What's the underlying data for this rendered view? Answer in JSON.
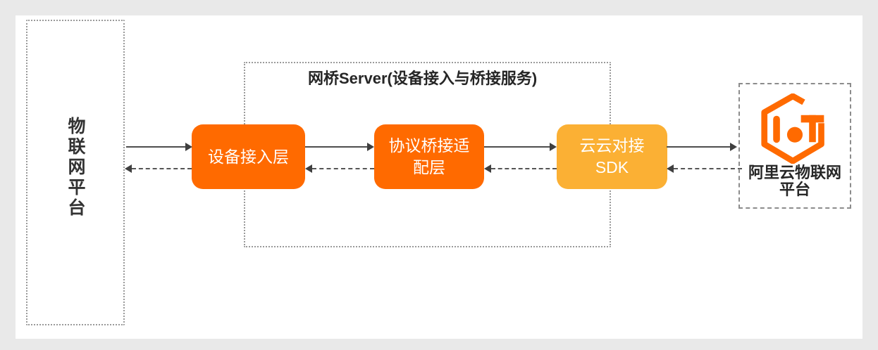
{
  "page": {
    "background_color": "#e9e9e9",
    "panel_color": "#ffffff"
  },
  "colors": {
    "node_orange": "#FF6A00",
    "node_amber": "#FBB034",
    "arrow": "#4d4d4d",
    "dotted_border": "#9a9a9a",
    "dashed_border": "#8c8c8c",
    "dark_text": "#262626"
  },
  "left_platform": {
    "label": "物联网平台"
  },
  "bridge_server": {
    "title": "网桥Server(设备接入与桥接服务)",
    "boxes": [
      {
        "id": "device-access-layer",
        "lines": [
          "设备接入层"
        ]
      },
      {
        "id": "protocol-bridge-adapter-layer",
        "lines": [
          "协议桥接适",
          "配层"
        ]
      },
      {
        "id": "cloud-cloud-sdk",
        "lines": [
          "云云对接",
          "SDK"
        ]
      }
    ]
  },
  "aliyun_platform": {
    "logo": "aliyun-iot-logo",
    "label_lines": [
      "阿里云物联网",
      "平台"
    ]
  },
  "arrows": [
    {
      "from": "left-platform",
      "to": "device-access-layer",
      "style": "solid",
      "direction": "right"
    },
    {
      "from": "device-access-layer",
      "to": "left-platform",
      "style": "dashed",
      "direction": "left"
    },
    {
      "from": "device-access-layer",
      "to": "protocol-bridge-adapter-layer",
      "style": "solid",
      "direction": "right"
    },
    {
      "from": "protocol-bridge-adapter-layer",
      "to": "device-access-layer",
      "style": "dashed",
      "direction": "left"
    },
    {
      "from": "protocol-bridge-adapter-layer",
      "to": "cloud-cloud-sdk",
      "style": "solid",
      "direction": "right"
    },
    {
      "from": "cloud-cloud-sdk",
      "to": "protocol-bridge-adapter-layer",
      "style": "dashed",
      "direction": "left"
    },
    {
      "from": "cloud-cloud-sdk",
      "to": "aliyun-platform",
      "style": "solid",
      "direction": "right"
    },
    {
      "from": "aliyun-platform",
      "to": "cloud-cloud-sdk",
      "style": "dashed",
      "direction": "left"
    }
  ]
}
